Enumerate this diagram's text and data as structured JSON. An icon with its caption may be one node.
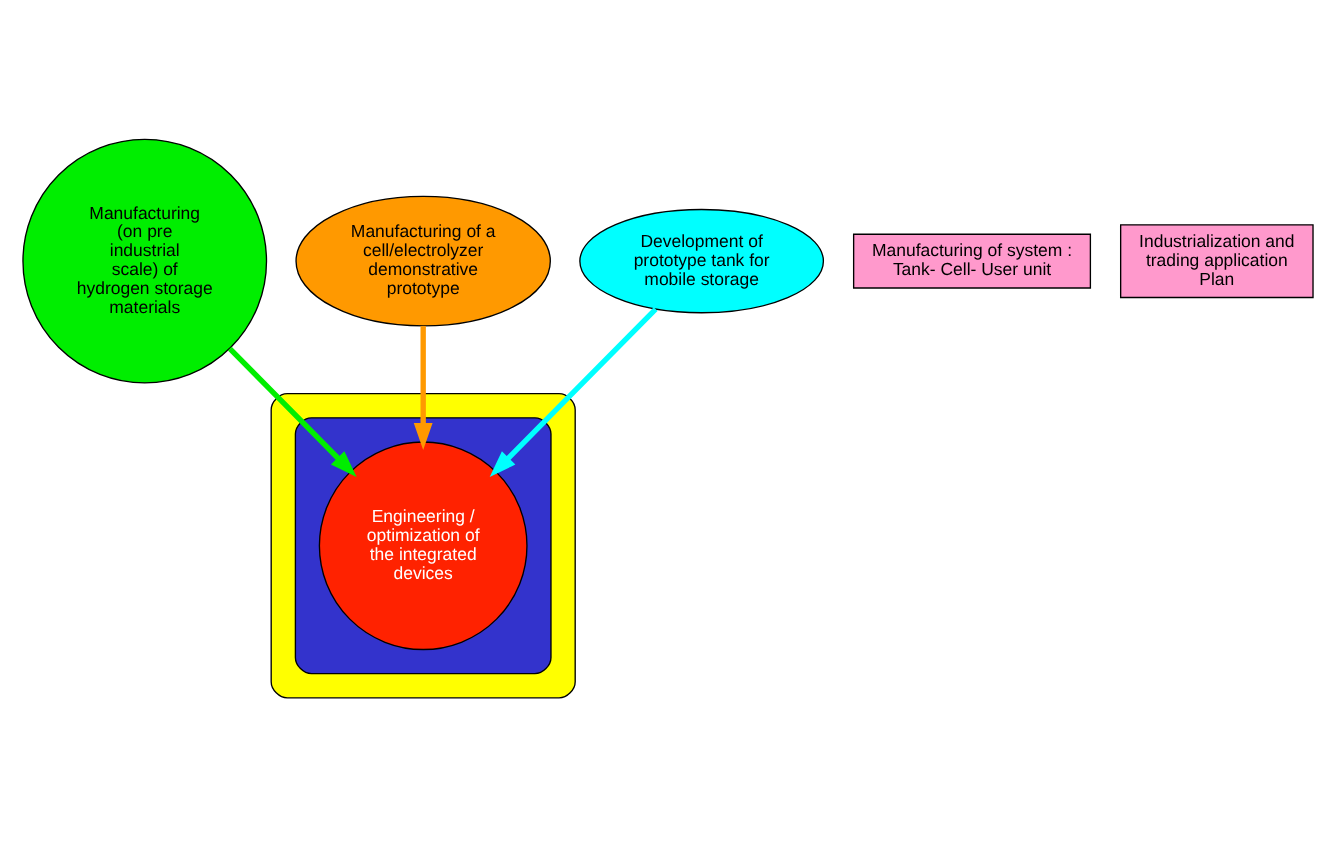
{
  "diagram": {
    "nodes": [
      {
        "text": [],
        "shape": "ellipse"
      },
      {
        "text": [],
        "shape": "ellipse",
        "in": 0
      },
      {
        "text": [
          "Manufacturing (on pre industrial scale) of hydrogen storage materials"
        ]
      },
      {
        "text": [
          "Manufacturing of a cell/electrolyzer demonstrative prototype"
        ]
      },
      {
        "text": [
          "Engineering / optimization of the integrated devices"
        ],
        "in": 1
      },
      {
        "text": [
          "Manufacturing of system : Tank- Cell- User unit"
        ]
      },
      {
        "text": [
          "Industrialization and trading application Plan"
        ]
      },
      {
        "text": [
          "Development of prototype tank for mobile storage"
        ]
      }
    ],
    "edges": [
      {
        "from": 2,
        "to": 4,
        "arrow": "to",
        "color": "#00ee00"
      },
      {
        "from": 3,
        "to": 4,
        "arrow": "to",
        "color": "#ff9900"
      },
      {
        "from": 7,
        "to": 4,
        "arrow": "to",
        "color": "#00ffff"
      }
    ]
  }
}
